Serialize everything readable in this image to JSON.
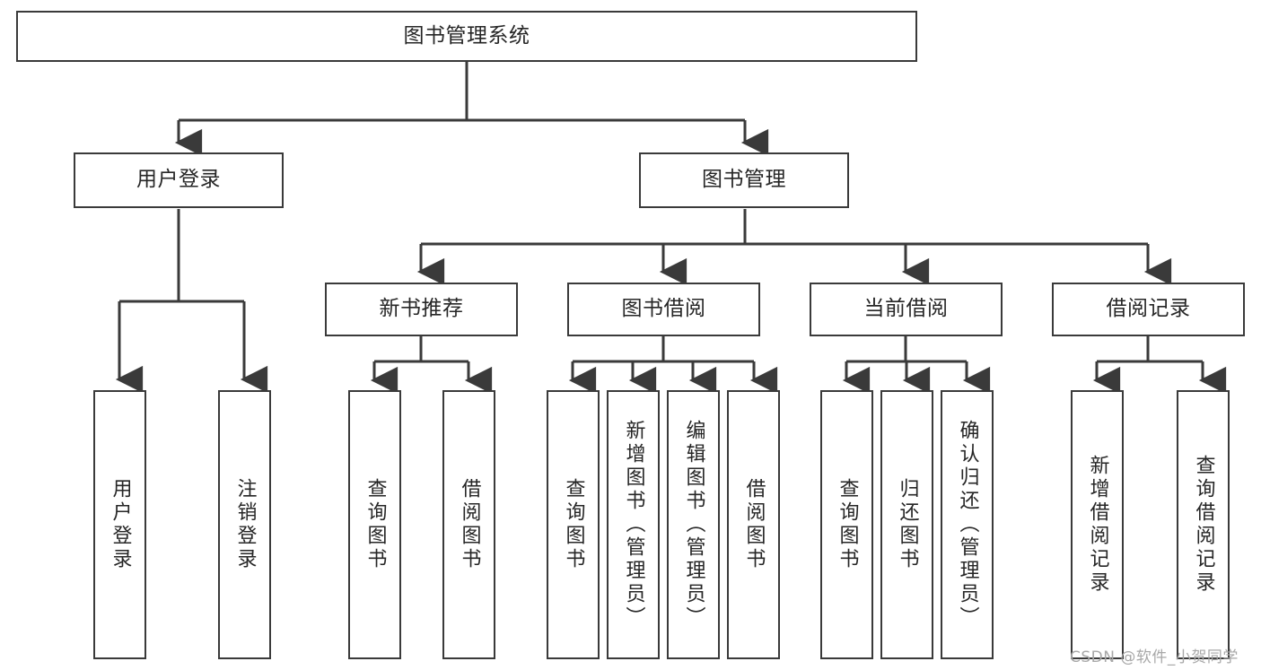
{
  "diagram": {
    "title": "图书管理系统",
    "type": "tree",
    "watermark": "CSDN @软件_小贺同学",
    "colors": {
      "stroke": "#3a3a3a",
      "fill": "#ffffff",
      "text": "#262626",
      "watermark": "#a8a8a8"
    },
    "nodes": {
      "root": {
        "label": "图书管理系统"
      },
      "level2": [
        {
          "label": "用户登录"
        },
        {
          "label": "图书管理"
        }
      ],
      "level3": [
        {
          "label": "新书推荐"
        },
        {
          "label": "图书借阅"
        },
        {
          "label": "当前借阅"
        },
        {
          "label": "借阅记录"
        }
      ],
      "leaves": {
        "user_login": [
          {
            "label": "用户登录"
          },
          {
            "label": "注销登录"
          }
        ],
        "new_book_recommend": [
          {
            "label": "查询图书"
          },
          {
            "label": "借阅图书"
          }
        ],
        "book_borrow": [
          {
            "label": "查询图书"
          },
          {
            "label": "新增图书（管理员）"
          },
          {
            "label": "编辑图书（管理员）"
          },
          {
            "label": "借阅图书"
          }
        ],
        "current_borrow": [
          {
            "label": "查询图书"
          },
          {
            "label": "归还图书"
          },
          {
            "label": "确认归还（管理员）"
          }
        ],
        "borrow_record": [
          {
            "label": "新增借阅记录"
          },
          {
            "label": "查询借阅记录"
          }
        ]
      }
    }
  }
}
